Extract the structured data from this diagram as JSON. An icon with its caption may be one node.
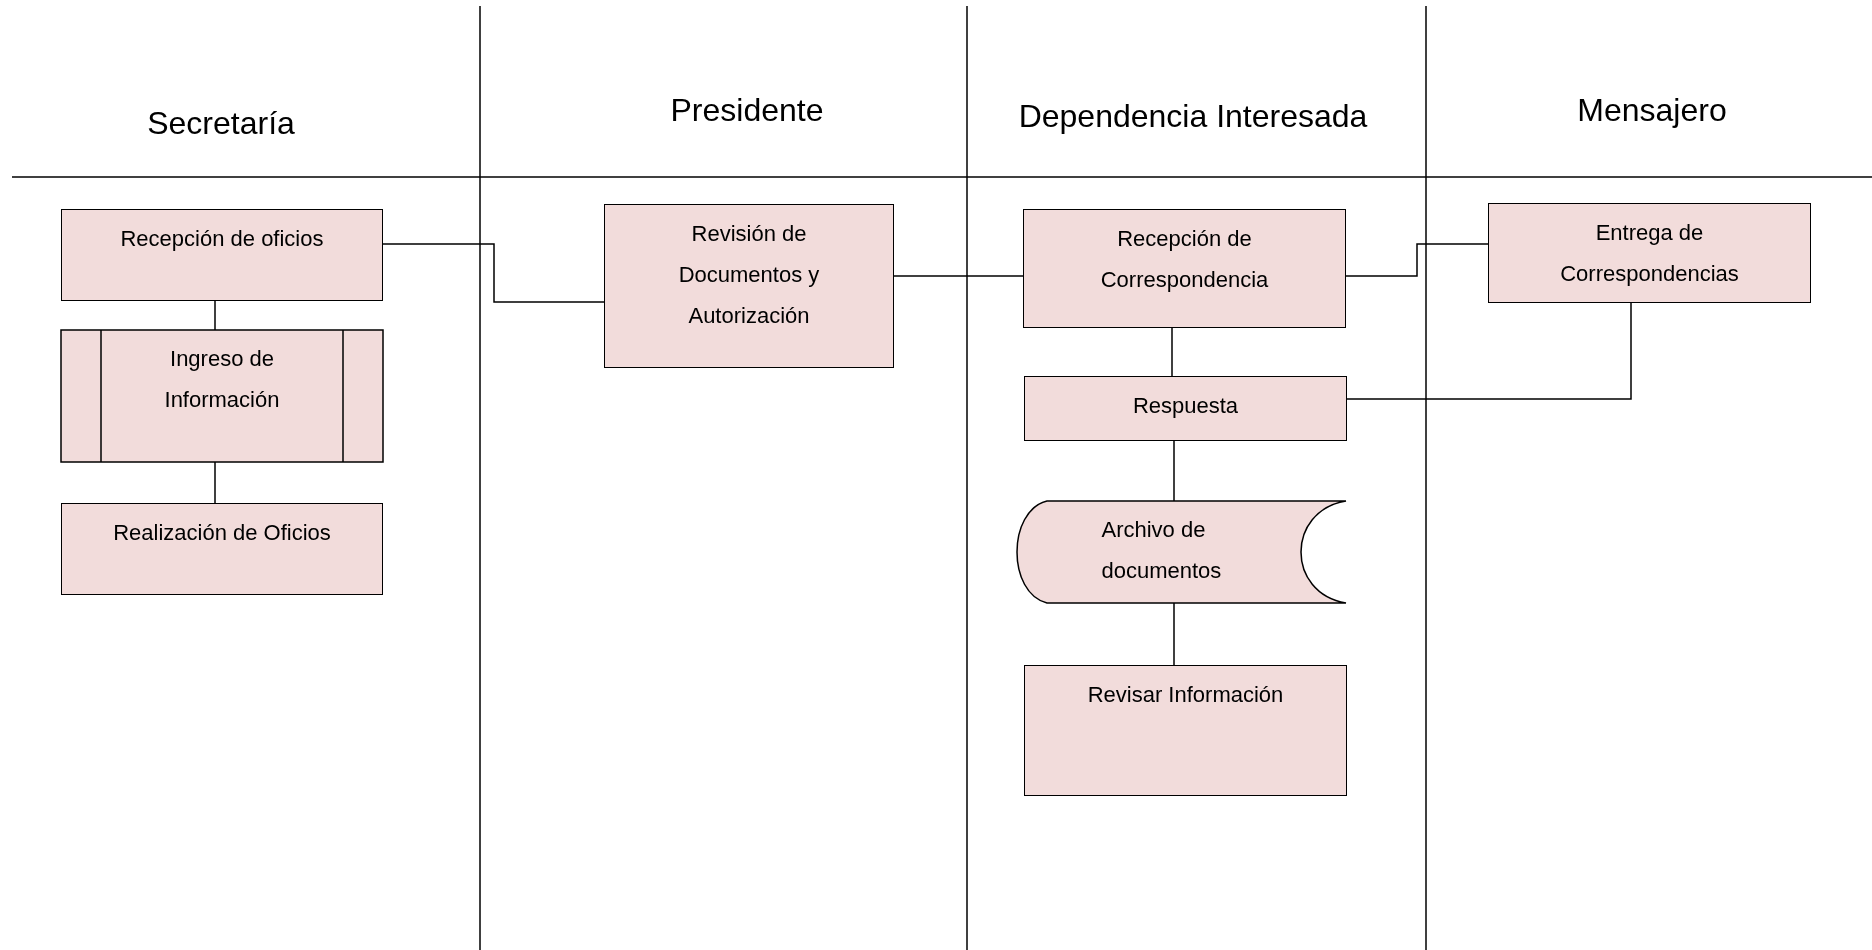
{
  "diagram": {
    "nodes": [
      {
        "text": [
          "Recepción de oficios"
        ]
      },
      {
        "text": [
          "Ingreso de Información"
        ]
      },
      {
        "text": [
          "Realización de Oficios"
        ]
      },
      {
        "text": [
          "Revisión de Documentos y Autorización"
        ]
      },
      {
        "text": [
          "Recepción de Correspondencia"
        ]
      },
      {
        "text": [
          "Respuesta"
        ]
      },
      {
        "text": [
          "Archivo  de documentos"
        ]
      },
      {
        "text": [
          "Revisar Información"
        ]
      },
      {
        "text": [
          "Entrega de Correspondencias"
        ]
      }
    ],
    "edges": [
      {
        "from": 0,
        "to": 3,
        "arrow": "none"
      },
      {
        "from": 0,
        "to": 1,
        "arrow": "none"
      },
      {
        "from": 1,
        "to": 2,
        "arrow": "none"
      },
      {
        "from": 3,
        "to": 4,
        "arrow": "none"
      },
      {
        "from": 4,
        "to": 8,
        "arrow": "none"
      },
      {
        "from": 4,
        "to": 5,
        "arrow": "none"
      },
      {
        "from": 5,
        "to": 8,
        "arrow": "none"
      },
      {
        "from": 5,
        "to": 6,
        "arrow": "none"
      },
      {
        "from": 6,
        "to": 7,
        "arrow": "none"
      }
    ],
    "labels": [
      "Secretaría",
      "Presidente",
      "Dependencia Interesada",
      "Mensajero"
    ]
  }
}
